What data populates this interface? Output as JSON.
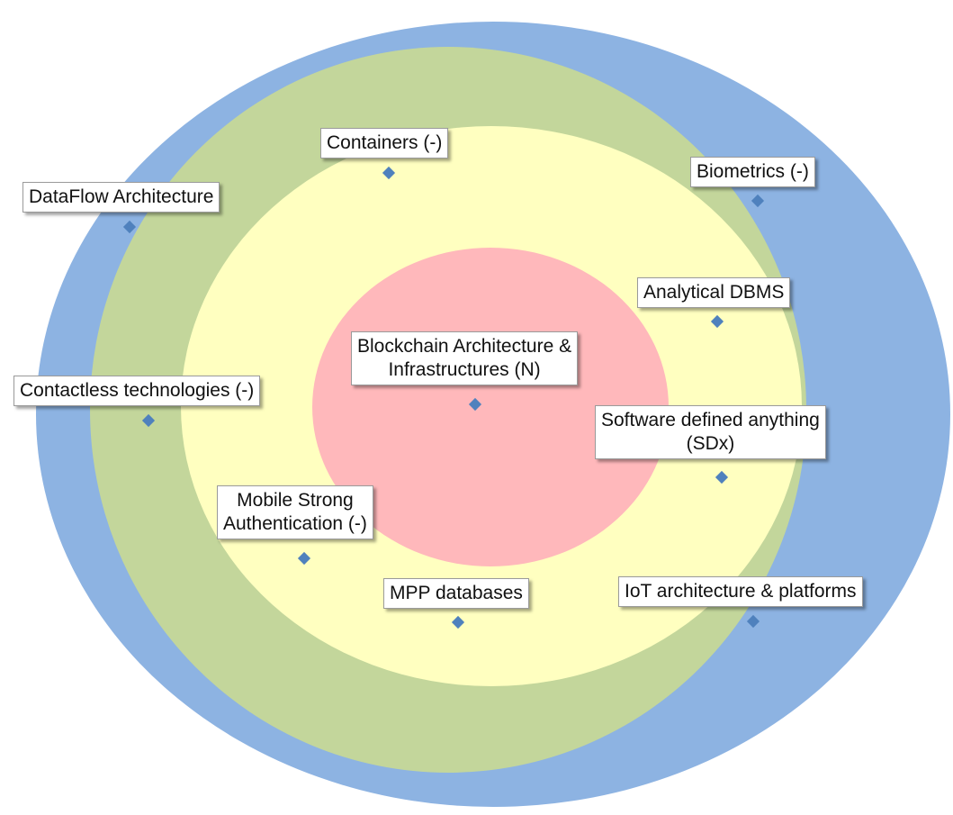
{
  "colors": {
    "outer_ring": "#8db3e2",
    "second_ring": "#c3d69b",
    "third_ring": "#ffffc0",
    "core": "#ffb8bb",
    "marker": "#4f81bd"
  },
  "items": [
    {
      "id": "containers",
      "lines": [
        "Containers (-)"
      ]
    },
    {
      "id": "biometrics",
      "lines": [
        "Biometrics (-)"
      ]
    },
    {
      "id": "dataflow",
      "lines": [
        "DataFlow Architecture"
      ]
    },
    {
      "id": "analytical-dbms",
      "lines": [
        "Analytical DBMS"
      ]
    },
    {
      "id": "blockchain",
      "lines": [
        "Blockchain Architecture &",
        "Infrastructures (N)"
      ]
    },
    {
      "id": "contactless",
      "lines": [
        "Contactless technologies  (-)"
      ]
    },
    {
      "id": "sdx",
      "lines": [
        "Software defined anything",
        "(SDx)"
      ]
    },
    {
      "id": "mobile-auth",
      "lines": [
        "Mobile Strong",
        "Authentication (-)"
      ]
    },
    {
      "id": "mpp",
      "lines": [
        "MPP databases"
      ]
    },
    {
      "id": "iot",
      "lines": [
        "IoT architecture & platforms"
      ]
    }
  ]
}
